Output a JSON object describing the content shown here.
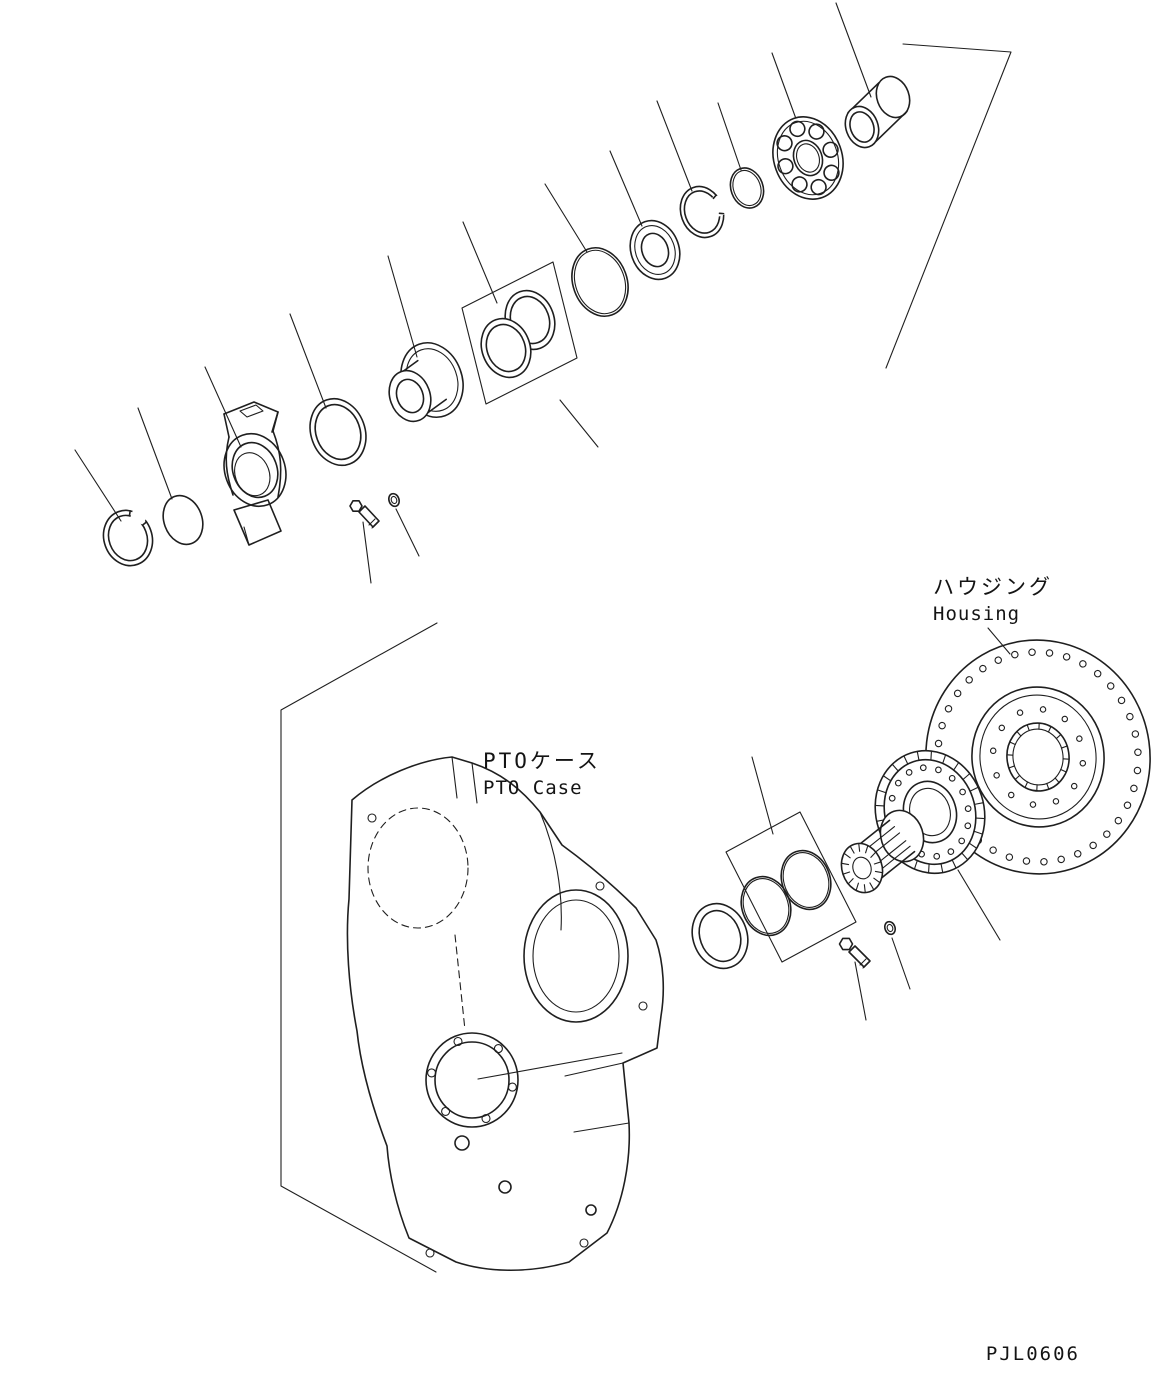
{
  "page": {
    "background": "#ffffff",
    "line_color": "#1f1f1f"
  },
  "labels": {
    "housing_ja": "ハウジング",
    "housing_en": "Housing",
    "pto_case_ja": "PTOケース",
    "pto_case_en": "PTO Case"
  },
  "drawing_number": "PJL0606"
}
